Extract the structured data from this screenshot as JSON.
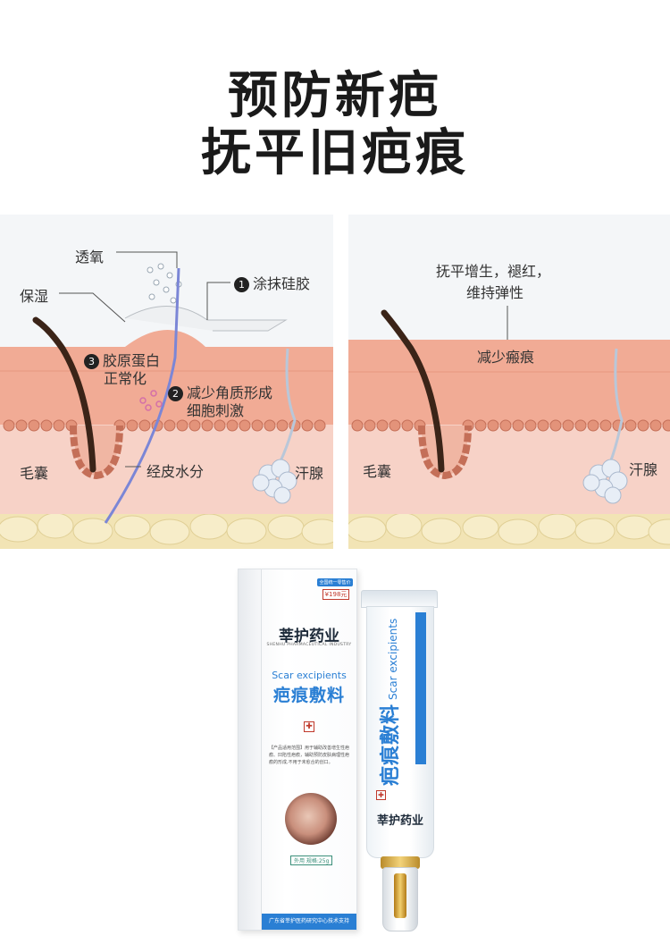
{
  "headline": {
    "line1": "预防新疤",
    "line2": "抚平旧疤痕"
  },
  "left_panel": {
    "labels": {
      "oxygen": "透氧",
      "moisture": "保湿",
      "step1": "涂抹硅胶",
      "step2": "减少角质形成",
      "step2b": "细胞刺激",
      "step3": "胶原蛋白",
      "step3b": "正常化",
      "follicle": "毛囊",
      "water": "经皮水分",
      "sweat": "汗腺"
    },
    "numbers": {
      "n1": "1",
      "n2": "2",
      "n3": "3"
    }
  },
  "right_panel": {
    "labels": {
      "top1": "抚平增生，褪红，",
      "top2": "维持弹性",
      "reduce": "减少瘢痕",
      "follicle": "毛囊",
      "sweat": "汗腺"
    }
  },
  "product": {
    "box_badge": "全国统一零售价",
    "box_price": "¥198元",
    "brand": "莘护药业",
    "brand_en": "SHENHU PHARMACEUTICAL INDUSTRY",
    "name_en": "Scar excipients",
    "name_cn": "疤痕敷料",
    "desc": "【产品适用范围】用于辅助改善增生性疤痕、凹陷性疤痕，辅助预防皮肤病理性疤痕的形成,不用于未愈合的创口。",
    "tag": "外用 规格:25g",
    "bottom": "广东省莘护医药研究中心技术支持"
  },
  "colors": {
    "accent": "#2a7fd4",
    "headline": "#1a1a1a",
    "skin": "#f3b9a6",
    "fat": "#f2e4b5"
  }
}
